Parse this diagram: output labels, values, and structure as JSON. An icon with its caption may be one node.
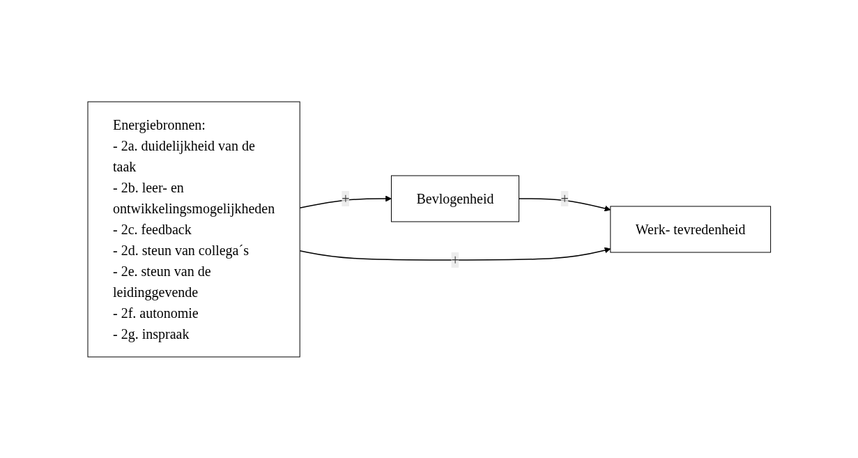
{
  "diagram": {
    "nodes": [
      {
        "text": [
          "Bevlogenheid"
        ]
      },
      {
        "text": [
          "Energiebronnen:",
          "- 2a. duidelijkheid van de taak",
          "- 2b. leer- en ontwikkelingsmogelijkheden",
          "- 2c. feedback",
          "- 2d. steun van collega´s",
          "- 2e. steun van de leidinggevende",
          "- 2f. autonomie",
          "- 2g. inspraak"
        ]
      },
      {
        "text": [
          "Werk- tevredenheid"
        ]
      }
    ],
    "edges": [
      {
        "from": 1,
        "to": 0,
        "arrow": "to",
        "label": "+"
      },
      {
        "from": 0,
        "to": 2,
        "arrow": "to",
        "label": "+"
      },
      {
        "from": 1,
        "to": 2,
        "arrow": "to",
        "label": "+"
      }
    ]
  }
}
